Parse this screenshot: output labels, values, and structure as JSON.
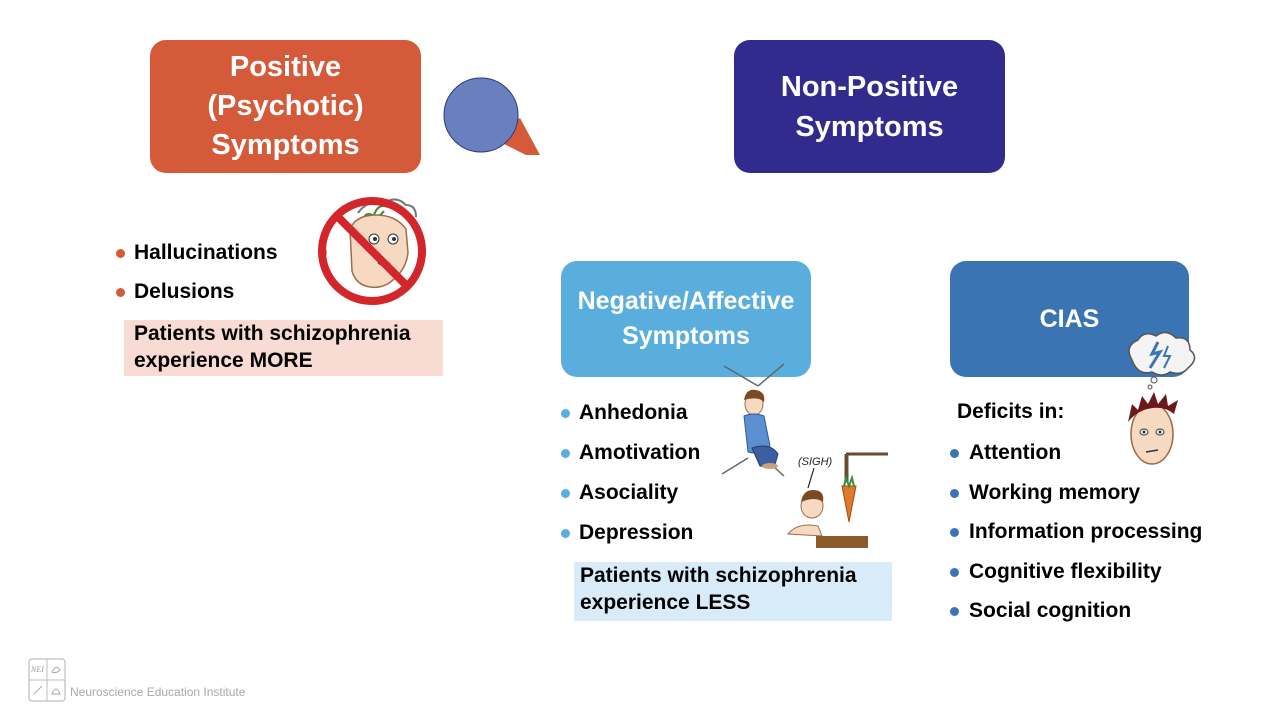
{
  "positive": {
    "title": "Positive\n(Psychotic)\nSymptoms",
    "items": [
      "Hallucinations",
      "Delusions"
    ],
    "note": [
      "Patients with schizophrenia",
      "experience MORE"
    ]
  },
  "non_positive": {
    "title": "Non-Positive\nSymptoms"
  },
  "negative": {
    "title": "Negative/Affective\nSymptoms",
    "items": [
      "Anhedonia",
      "Amotivation",
      "Asociality",
      "Depression"
    ],
    "note": [
      "Patients with schizophrenia",
      "experience LESS"
    ],
    "sigh_label": "(SIGH)"
  },
  "cias": {
    "title": "CIAS",
    "deficits_heading": "Deficits in:",
    "items": [
      "Attention",
      "Working memory",
      "Information processing",
      "Cognitive flexibility",
      "Social cognition"
    ]
  },
  "footer": {
    "logo_letters": "NEI",
    "org_name": "Neuroscience Education Institute"
  },
  "colors": {
    "positive": "#d45a3a",
    "non_positive": "#302b8c",
    "negative": "#5aaedd",
    "cias": "#3b74b3",
    "note_more_bg": "#f8dbd3",
    "note_less_bg": "#d8ebf8",
    "magnifier": "#6a7fbe"
  }
}
